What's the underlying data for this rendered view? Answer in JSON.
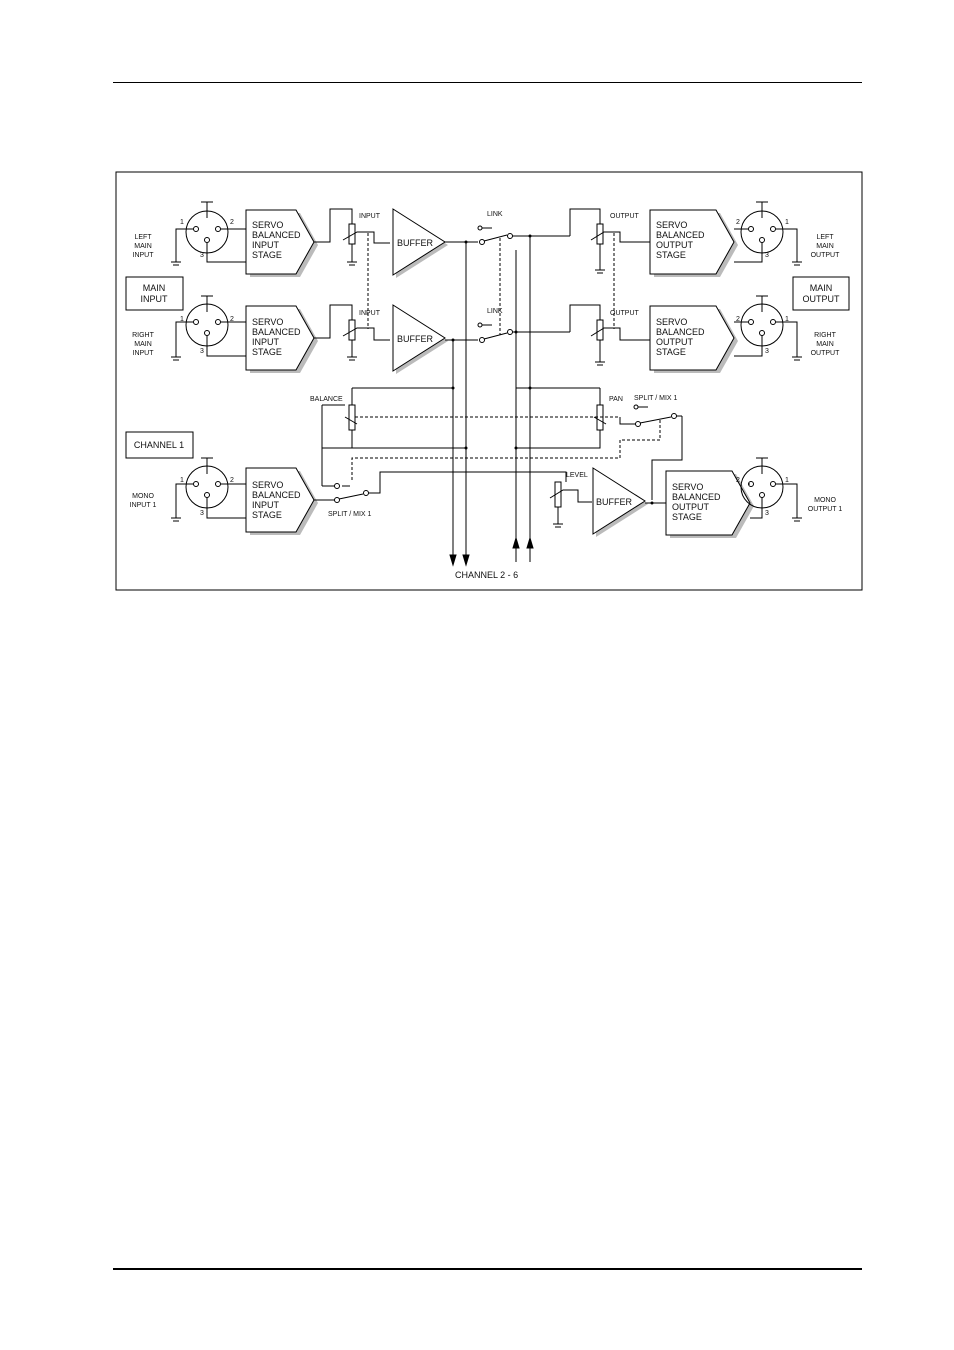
{
  "labels": {
    "left_main_input": [
      "LEFT",
      "MAIN",
      "INPUT"
    ],
    "right_main_input": [
      "RIGHT",
      "MAIN",
      "INPUT"
    ],
    "mono_input_1": [
      "MONO",
      "INPUT 1"
    ],
    "left_main_output": [
      "LEFT",
      "MAIN",
      "OUTPUT"
    ],
    "right_main_output": [
      "RIGHT",
      "MAIN",
      "OUTPUT"
    ],
    "mono_output_1": [
      "MONO",
      "OUTPUT 1"
    ],
    "main_input": [
      "MAIN",
      "INPUT"
    ],
    "main_output": [
      "MAIN",
      "OUTPUT"
    ],
    "channel_1": "CHANNEL 1",
    "servo_input": [
      "SERVO",
      "BALANCED",
      "INPUT",
      "STAGE"
    ],
    "servo_output": [
      "SERVO",
      "BALANCED",
      "OUTPUT",
      "STAGE"
    ],
    "buffer": "BUFFER",
    "input": "INPUT",
    "output": "OUTPUT",
    "link": "LINK",
    "balance": "BALANCE",
    "pan": "PAN",
    "level": "LEVEL",
    "split_mix": "SPLIT / MIX 1",
    "channel_range": "CHANNEL 2 - 6",
    "pins": [
      "1",
      "2",
      "3"
    ]
  }
}
